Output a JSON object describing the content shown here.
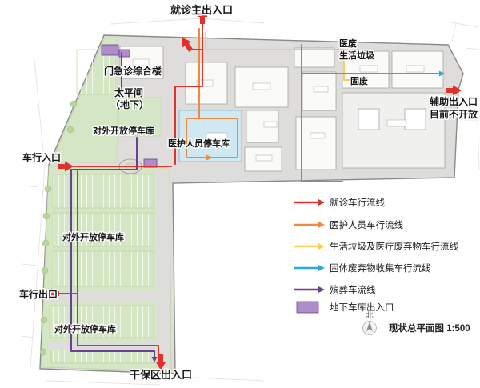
{
  "map": {
    "labels": {
      "main_entrance": "就诊主出入口",
      "medical_waste": "医废",
      "domestic_waste": "生活垃圾",
      "solid_waste": "固废",
      "aux_entrance": "辅助出入口",
      "aux_note": "目前不开放",
      "outpatient_building": "门急诊综合楼",
      "mortuary": "太平间",
      "mortuary_note": "（地下）",
      "parking_top": "对外开放停车库",
      "vehicle_entrance": "车行入口",
      "staff_parking": "医护人员停车库",
      "parking_mid": "对外开放停车库",
      "vehicle_exit": "车行出口",
      "parking_bottom": "对外开放停车库",
      "service_entrance": "干保区出入口"
    }
  },
  "legend": {
    "items": [
      {
        "label": "就诊车行流线",
        "color": "#e0312b"
      },
      {
        "label": "医护人员车行流线",
        "color": "#f08a3e"
      },
      {
        "label": "生活垃圾及医疗废弃物车行流线",
        "color": "#f6d05a"
      },
      {
        "label": "固体废弃物收集车行流线",
        "color": "#29abe2"
      },
      {
        "label": "殡葬车流线",
        "color": "#6a3f97"
      },
      {
        "label": "地下车库出入口",
        "color": "#b08cc8"
      }
    ],
    "north_label": "北",
    "caption": "现状总平面图 1:500"
  }
}
